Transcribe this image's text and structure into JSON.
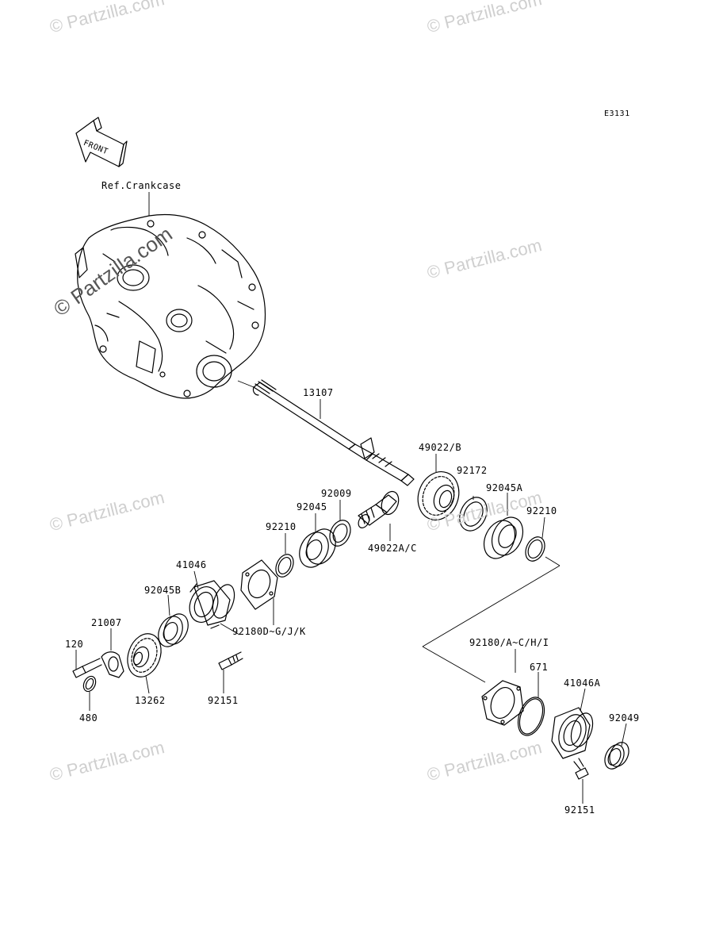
{
  "watermark": "© Partzilla.com",
  "diagram_code": "E3131",
  "front_label": "FRONT",
  "ref_label": "Ref.Crankcase",
  "parts": [
    {
      "id": "p13107",
      "label": "13107"
    },
    {
      "id": "p49022b",
      "label": "49022/B"
    },
    {
      "id": "p92172",
      "label": "92172"
    },
    {
      "id": "p92045a",
      "label": "92045A"
    },
    {
      "id": "p92009",
      "label": "92009"
    },
    {
      "id": "p92045",
      "label": "92045"
    },
    {
      "id": "p92210a",
      "label": "92210"
    },
    {
      "id": "p92210b",
      "label": "92210"
    },
    {
      "id": "p49022ac",
      "label": "49022A/C"
    },
    {
      "id": "p41046",
      "label": "41046"
    },
    {
      "id": "p92045b",
      "label": "92045B"
    },
    {
      "id": "p21007",
      "label": "21007"
    },
    {
      "id": "p120",
      "label": "120"
    },
    {
      "id": "p480",
      "label": "480"
    },
    {
      "id": "p13262",
      "label": "13262"
    },
    {
      "id": "p92151a",
      "label": "92151"
    },
    {
      "id": "p92180dgjk",
      "label": "92180D~G/J/K"
    },
    {
      "id": "p92180achi",
      "label": "92180/A~C/H/I"
    },
    {
      "id": "p671",
      "label": "671"
    },
    {
      "id": "p41046a",
      "label": "41046A"
    },
    {
      "id": "p92049",
      "label": "92049"
    },
    {
      "id": "p92151b",
      "label": "92151"
    }
  ]
}
